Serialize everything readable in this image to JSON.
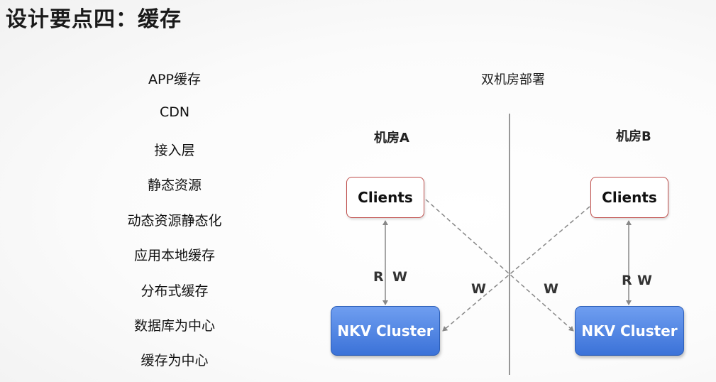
{
  "title": "设计要点四：缓存",
  "points": [
    "APP缓存",
    "CDN",
    "接入层",
    "静态资源",
    "动态资源静态化",
    "应用本地缓存",
    "分布式缓存",
    "数据库为中心",
    "缓存为中心"
  ],
  "diagram": {
    "heading": "双机房部署",
    "room_a": "机房A",
    "room_b": "机房B",
    "clients_a": "Clients",
    "clients_b": "Clients",
    "nkv_a": "NKV Cluster",
    "nkv_b": "NKV Cluster",
    "rw_a_r": "R",
    "rw_a_w": "W",
    "rw_b_r": "R",
    "rw_b_w": "W",
    "cross_w_left": "W",
    "cross_w_right": "W"
  },
  "colors": {
    "clients_border": "#c0504d",
    "nkv_fill": "#4a80e0",
    "line": "#888888"
  }
}
